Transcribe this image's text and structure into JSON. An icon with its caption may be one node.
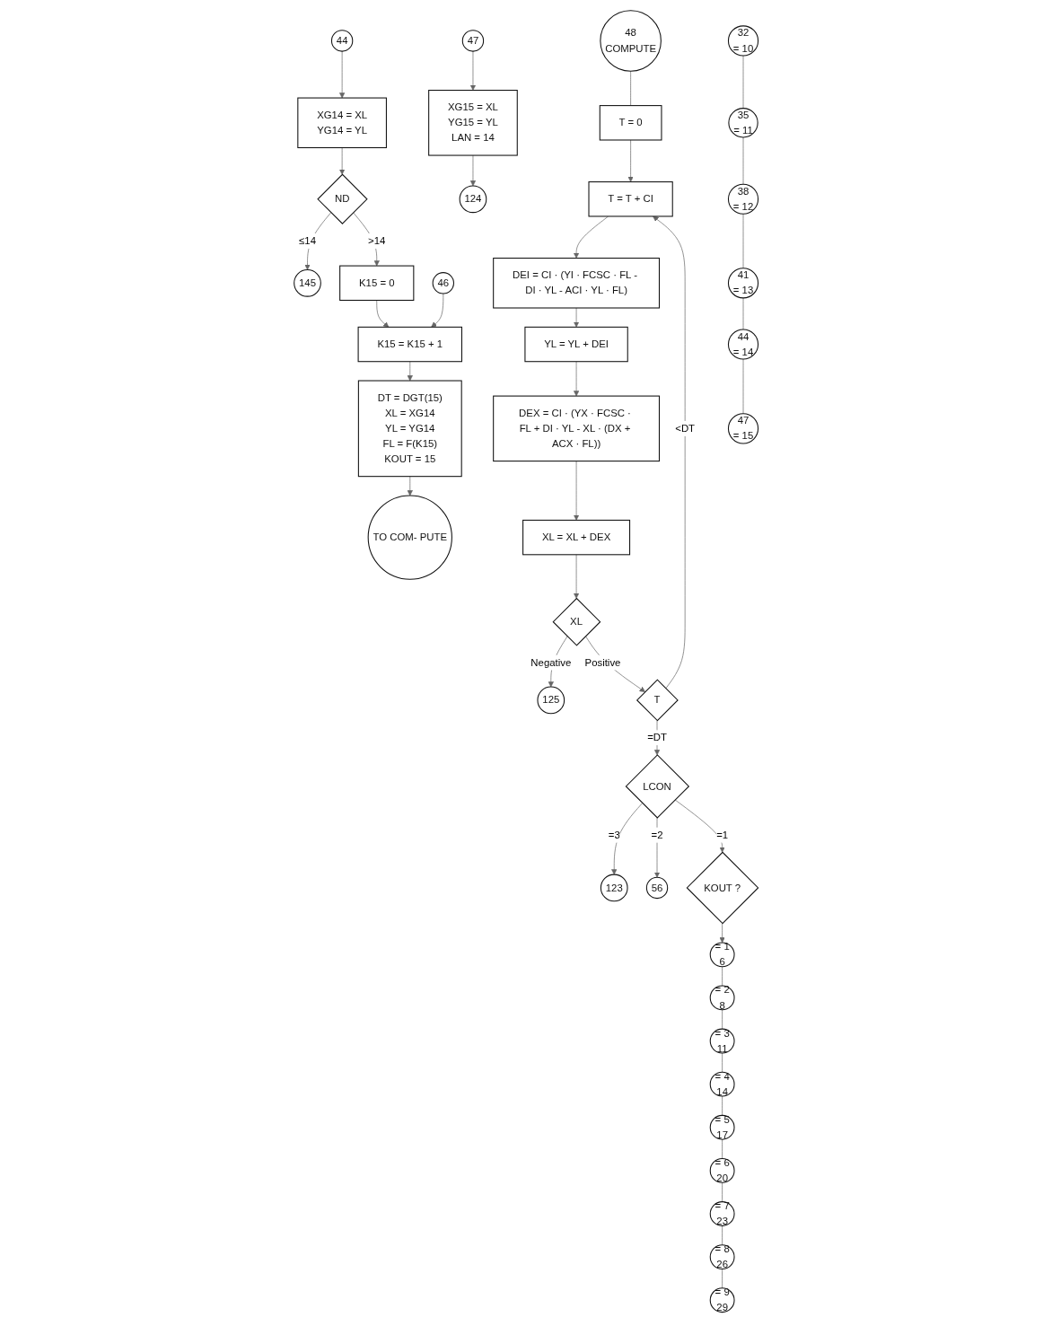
{
  "diagram": {
    "nodes": [
      {
        "text": [
          "44"
        ]
      },
      {
        "text": [
          "XG14 = XL",
          "YG14 = YL"
        ]
      },
      {
        "text": [
          "ND"
        ]
      },
      {
        "text": [
          "145"
        ]
      },
      {
        "text": [
          "K15 = 0"
        ]
      },
      {
        "text": [
          "46"
        ]
      },
      {
        "text": [
          "K15 = K15 + 1"
        ]
      },
      {
        "text": [
          "DT = DGT(15)",
          "XL = XG14",
          "YL = YG14",
          "FL = F(K15)",
          "KOUT = 15"
        ]
      },
      {
        "text": [
          "TO COM- PUTE"
        ]
      },
      {
        "text": [
          "47"
        ]
      },
      {
        "text": [
          "XG15 = XL",
          "YG15 = YL",
          "LAN = 14"
        ]
      },
      {
        "text": [
          "124"
        ]
      },
      {
        "text": [
          "48",
          "COMPUTE"
        ]
      },
      {
        "text": [
          "T = 0"
        ]
      },
      {
        "text": [
          "T = T + CI"
        ]
      },
      {
        "text": [
          "DEI = CI · (YI · FCSC · FL - DI · YL - ACI · YL · FL)"
        ]
      },
      {
        "text": [
          "YL = YL + DEI"
        ]
      },
      {
        "text": [
          "DEX = CI · (YX · FCSC · FL + DI · YL - XL · (DX + ACX · FL))"
        ]
      },
      {
        "text": [
          "XL = XL + DEX"
        ]
      },
      {
        "text": [
          "XL"
        ]
      },
      {
        "text": [
          "125"
        ]
      },
      {
        "text": [
          "T"
        ]
      },
      {
        "text": [
          "LCON"
        ]
      },
      {
        "text": [
          "123"
        ]
      },
      {
        "text": [
          "56"
        ]
      },
      {
        "text": [
          "KOUT ?"
        ]
      },
      {
        "text": [
          "= 1",
          "6"
        ]
      },
      {
        "text": [
          "= 2",
          "8"
        ]
      },
      {
        "text": [
          "= 3",
          "11"
        ]
      },
      {
        "text": [
          "= 4",
          "14"
        ]
      },
      {
        "text": [
          "= 5",
          "17"
        ]
      },
      {
        "text": [
          "= 6",
          "20"
        ]
      },
      {
        "text": [
          "= 7",
          "23"
        ]
      },
      {
        "text": [
          "= 8",
          "26"
        ]
      },
      {
        "text": [
          "= 9",
          "29"
        ]
      },
      {
        "text": [
          "32",
          "= 10"
        ]
      },
      {
        "text": [
          "35",
          "= 11"
        ]
      },
      {
        "text": [
          "38",
          "= 12"
        ]
      },
      {
        "text": [
          "41",
          "= 13"
        ]
      },
      {
        "text": [
          "44",
          "= 14"
        ]
      },
      {
        "text": [
          "47",
          "= 15"
        ]
      }
    ],
    "edges": [
      {
        "from": 0,
        "to": 1,
        "arrow": "to"
      },
      {
        "from": 1,
        "to": 2,
        "arrow": "to"
      },
      {
        "from": 2,
        "to": 3,
        "label": "≤14",
        "arrow": "to"
      },
      {
        "from": 2,
        "to": 4,
        "label": ">14",
        "arrow": "to"
      },
      {
        "from": 4,
        "to": 6,
        "arrow": "to"
      },
      {
        "from": 5,
        "to": 6,
        "arrow": "to"
      },
      {
        "from": 6,
        "to": 7,
        "arrow": "to"
      },
      {
        "from": 7,
        "to": 8,
        "arrow": "to"
      },
      {
        "from": 9,
        "to": 10,
        "arrow": "to"
      },
      {
        "from": 10,
        "to": 11,
        "arrow": "to"
      },
      {
        "from": 12,
        "to": 13,
        "arrow": "none"
      },
      {
        "from": 13,
        "to": 14,
        "arrow": "to"
      },
      {
        "from": 14,
        "to": 15,
        "arrow": "to"
      },
      {
        "from": 15,
        "to": 16,
        "arrow": "to"
      },
      {
        "from": 16,
        "to": 17,
        "arrow": "to"
      },
      {
        "from": 17,
        "to": 18,
        "arrow": "to"
      },
      {
        "from": 18,
        "to": 19,
        "arrow": "to"
      },
      {
        "from": 19,
        "to": 20,
        "label": "Negative",
        "arrow": "to"
      },
      {
        "from": 19,
        "to": 21,
        "label": "Positive",
        "arrow": "to"
      },
      {
        "from": 21,
        "to": 14,
        "label": "<DT",
        "arrow": "to"
      },
      {
        "from": 21,
        "to": 22,
        "label": "=DT",
        "arrow": "to"
      },
      {
        "from": 22,
        "to": 23,
        "label": "=3",
        "arrow": "to"
      },
      {
        "from": 22,
        "to": 24,
        "label": "=2",
        "arrow": "to"
      },
      {
        "from": 22,
        "to": 25,
        "label": "=1",
        "arrow": "to"
      },
      {
        "from": 25,
        "to": 26,
        "arrow": "to"
      },
      {
        "from": 26,
        "to": 27,
        "arrow": "none"
      },
      {
        "from": 27,
        "to": 28,
        "arrow": "none"
      },
      {
        "from": 28,
        "to": 29,
        "arrow": "none"
      },
      {
        "from": 29,
        "to": 30,
        "arrow": "none"
      },
      {
        "from": 30,
        "to": 31,
        "arrow": "none"
      },
      {
        "from": 31,
        "to": 32,
        "arrow": "none"
      },
      {
        "from": 32,
        "to": 33,
        "arrow": "none"
      },
      {
        "from": 33,
        "to": 34,
        "arrow": "none"
      },
      {
        "from": 35,
        "to": 36,
        "arrow": "none"
      },
      {
        "from": 36,
        "to": 37,
        "arrow": "none"
      },
      {
        "from": 37,
        "to": 38,
        "arrow": "none"
      },
      {
        "from": 38,
        "to": 39,
        "arrow": "none"
      },
      {
        "from": 39,
        "to": 40,
        "arrow": "none"
      }
    ]
  }
}
